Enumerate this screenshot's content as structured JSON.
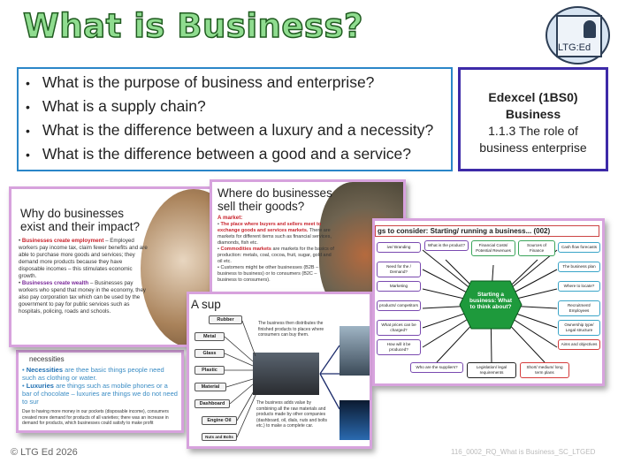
{
  "title": "What is Business?",
  "logo": {
    "text": "LTG:Ed"
  },
  "questions": [
    "What is the purpose of business and enterprise?",
    "What is a supply chain?",
    "What is the difference between a luxury and a necessity?",
    "What is the difference between a good and a service?"
  ],
  "spec": {
    "board": "Edexcel (1BS0)",
    "subject": "Business",
    "topic": "1.1.3 The role of business enterprise"
  },
  "slide_why": {
    "title": "Why do businesses exist and their impact?",
    "b1_head": "Businesses create employment",
    "b1": " – Employed workers pay income tax, claim fewer benefits and are able to purchase more goods and services; they demand more products because they have disposable incomes – this stimulates economic growth.",
    "b2_head": "Businesses create wealth",
    "b2": " – Businesses pay workers who spend that money in the economy, they also pay corporation tax which can be used by the government to pay for public services such as hospitals, policing, roads and schools."
  },
  "slide_nec": {
    "title": "necessities",
    "n_head": "Necessities",
    "n": " are thee basic things people need such as clothing or water.",
    "l_head": "Luxuries",
    "l": " are things such as mobile phones or a bar of chocolate – luxuries are things we do not need to sur",
    "note": "Due to having more money in our pockets (disposable income), consumers created more demand for products of all varieties; there was an increase in demand for products, which businesses could satisfy to make profit"
  },
  "slide_where": {
    "title": "Where do businesses sell their goods?",
    "sub": "A market:",
    "b1_head": "The place where buyers and sellers meet to exchange goods and services markets.",
    "b1": " There are markets for different items such as financial services, diamonds, fish etc.",
    "b2_head": "Commodities markets",
    "b2": " are markets for the basics of production: metals, coal, cocoa, fruit, sugar, gold and oil etc.",
    "b3": "Customers might be other businesses (B2B – business to business) or to consumers (B2C – business to consumers)."
  },
  "slide_supply": {
    "title": "A sup",
    "materials": [
      "Rubber",
      "Metal",
      "Glass",
      "Plastic",
      "Material",
      "Dashboard",
      "Engine Oil",
      "Nuts and Bolts"
    ],
    "text1": "The business then distributes the finished products to places where consumers can buy them.",
    "text2": "The business adds value by combining all the raw materials and products made by other companies (dashboard, oil, dials, nuts and bolts etc.) to make a complete car."
  },
  "slide_mind": {
    "title": "gs to consider: Starting/ running a business... (002)",
    "centre": "Starting a business: What to think about?",
    "nodes": [
      "What is the product?",
      "Financial Costs/ Potential Revenues",
      "Sources of Finance",
      "Cash flow forecasts",
      "ive/ Branding",
      "The business plan",
      "Need for the / Demand?",
      "Where to locate?",
      "Marketing",
      "Recruitment/ Employees",
      "products/ competitors",
      "Ownership type/ Legal structure",
      "What prices can be charged?",
      "Aims and objectives",
      "How will it be produced?",
      "Who are the suppliers?",
      "Legislation/ legal requirements",
      "Short/ medium/ long term plans"
    ]
  },
  "footer": {
    "copyright": "© LTG Ed 2026",
    "filename": "116_0002_RQ_What is Business_SC_LTGED"
  },
  "colors": {
    "title_fill": "#8fdc8f",
    "question_border": "#2a86c8",
    "spec_border": "#3d2aa8",
    "slide_border": "#d7a2dd",
    "mind_centre": "#1e9a3c"
  }
}
